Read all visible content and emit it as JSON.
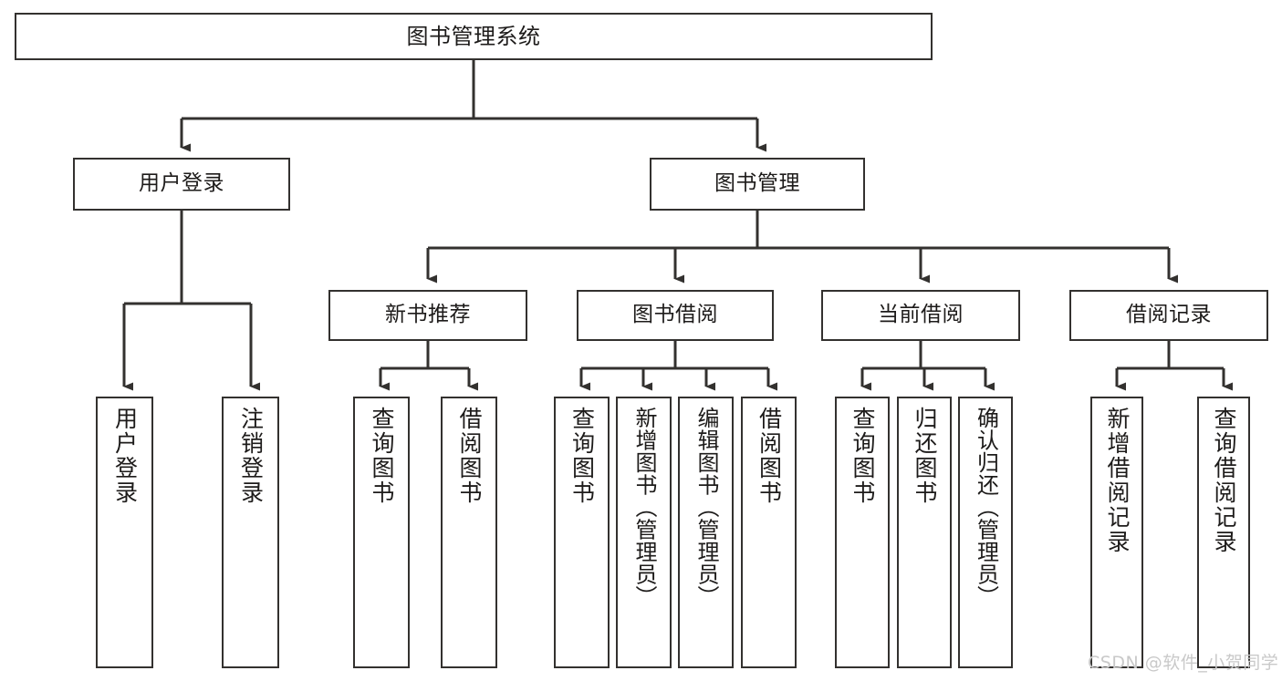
{
  "diagram": {
    "title": "图书管理系统",
    "type": "hierarchy-tree",
    "colors": {
      "box_border": "#33312f",
      "box_fill": "#ffffff",
      "connector": "#33312f",
      "text": "#1d1b1a",
      "watermark": "#c9c9c9",
      "background": "#ffffff"
    },
    "root": {
      "label": "图书管理系统"
    },
    "level1": [
      {
        "label": "用户登录"
      },
      {
        "label": "图书管理"
      }
    ],
    "level2": [
      {
        "label": "新书推荐"
      },
      {
        "label": "图书借阅"
      },
      {
        "label": "当前借阅"
      },
      {
        "label": "借阅记录"
      }
    ],
    "leaves": {
      "user_login": [
        {
          "label": "用户登录"
        },
        {
          "label": "注销登录"
        }
      ],
      "new_book_recommend": [
        {
          "label": "查询图书"
        },
        {
          "label": "借阅图书"
        }
      ],
      "book_borrow": [
        {
          "label": "查询图书"
        },
        {
          "label": "新增图书（管理员）"
        },
        {
          "label": "编辑图书（管理员）"
        },
        {
          "label": "借阅图书"
        }
      ],
      "current_borrow": [
        {
          "label": "查询图书"
        },
        {
          "label": "归还图书"
        },
        {
          "label": "确认归还（管理员）"
        }
      ],
      "borrow_record": [
        {
          "label": "新增借阅记录"
        },
        {
          "label": "查询借阅记录"
        }
      ]
    },
    "watermark": {
      "text": "CSDN @软件_小贺同学"
    }
  }
}
